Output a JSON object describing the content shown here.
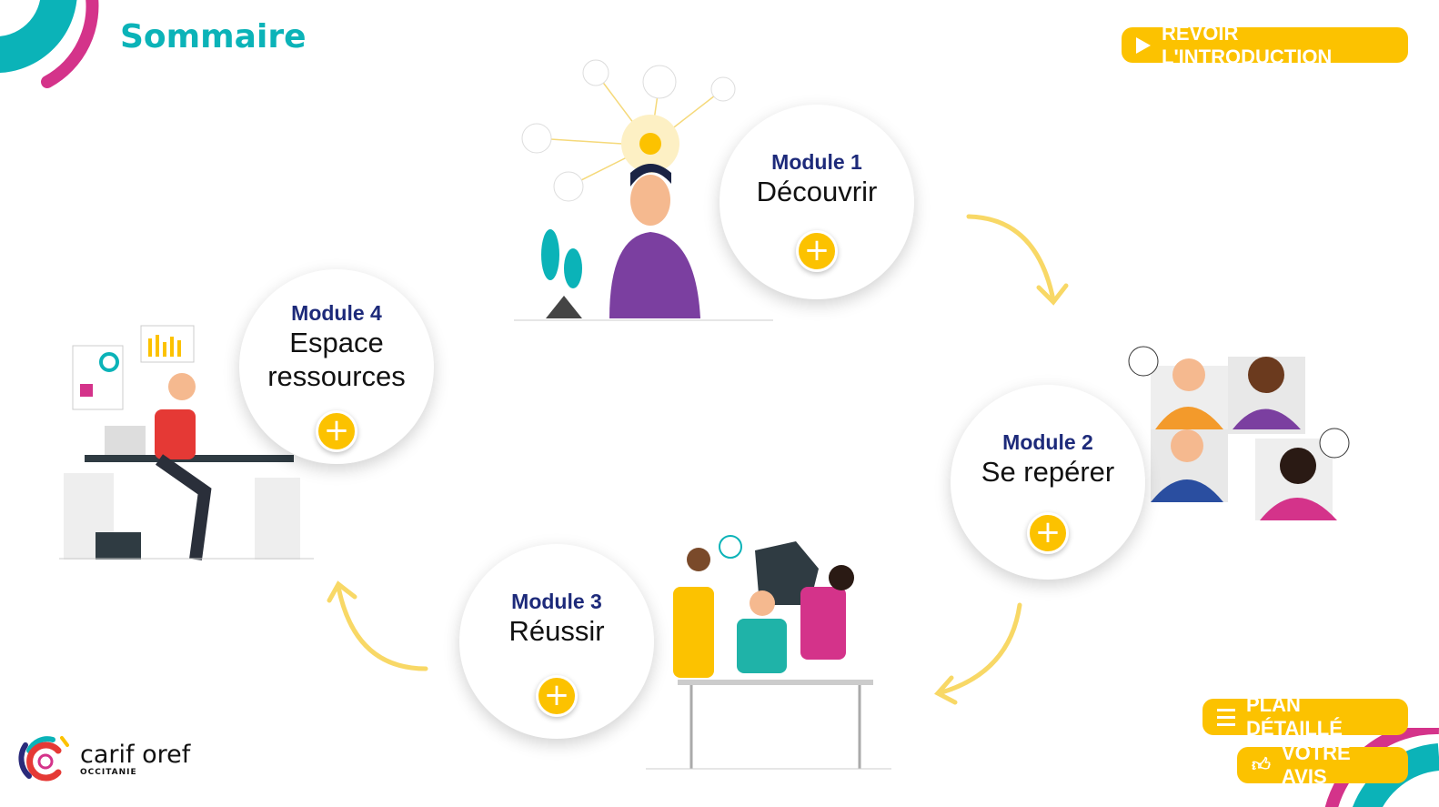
{
  "header": {
    "title": "Sommaire",
    "intro_button": "REVOIR L'INTRODUCTION"
  },
  "modules": [
    {
      "number": "Module 1",
      "name": "Découvrir",
      "action": "+"
    },
    {
      "number": "Module 2",
      "name": "Se repérer",
      "action": "+"
    },
    {
      "number": "Module 3",
      "name": "Réussir",
      "action": "+"
    },
    {
      "number": "Module 4",
      "name": "Espace ressources",
      "action": "+"
    }
  ],
  "footer": {
    "plan_button": "PLAN DÉTAILLÉ",
    "feedback_button": "VOTRE AVIS"
  },
  "logo": {
    "name": "carif oref",
    "region": "OCCITANIE"
  },
  "colors": {
    "teal": "#0bb3b8",
    "magenta": "#d4338a",
    "yellow": "#fcc200",
    "navy": "#1d2a7a"
  }
}
